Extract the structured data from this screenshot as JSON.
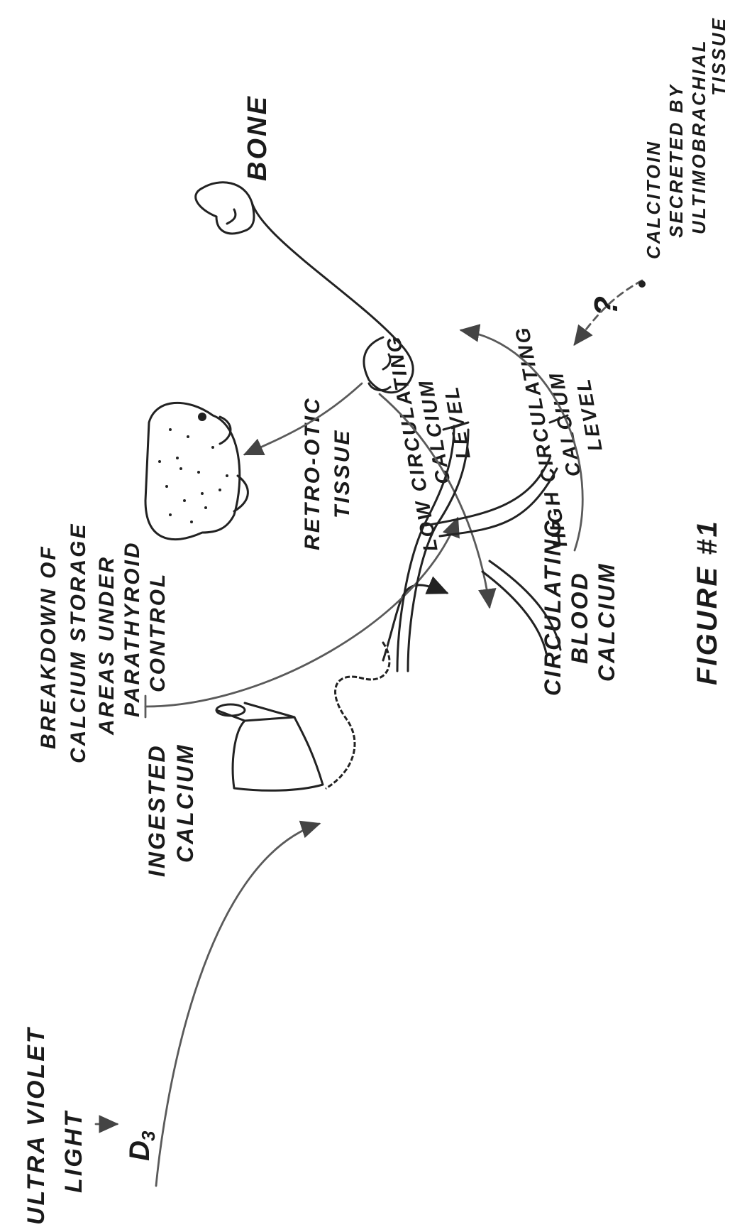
{
  "diagram": {
    "labels": {
      "uv_light": [
        "ULTRA VIOLET",
        "LIGHT"
      ],
      "d3": "D",
      "d3_sub": "3",
      "ingested": [
        "INGESTED",
        "CALCIUM"
      ],
      "breakdown": [
        "BREAKDOWN OF",
        "CALCIUM STORAGE",
        "AREAS UNDER",
        "PARATHYROID",
        "CONTROL"
      ],
      "retro_otic": [
        "RETRO-OTIC",
        "TISSUE"
      ],
      "bone": "BONE",
      "circulating": [
        "CIRCULATING",
        "BLOOD",
        "CALCIUM"
      ],
      "low_level": [
        "LOW CIRCULATING",
        "CALCIUM",
        "LEVEL"
      ],
      "high_level": [
        "HIGH CIRCULATING",
        "CALCIUM",
        "LEVEL"
      ],
      "calcitonin": [
        "CALCITOIN",
        "SECRETED BY",
        "ULTIMOBRACHIAL",
        "TISSUE"
      ],
      "question_mark": "?",
      "figure": "FIGURE #1"
    }
  }
}
